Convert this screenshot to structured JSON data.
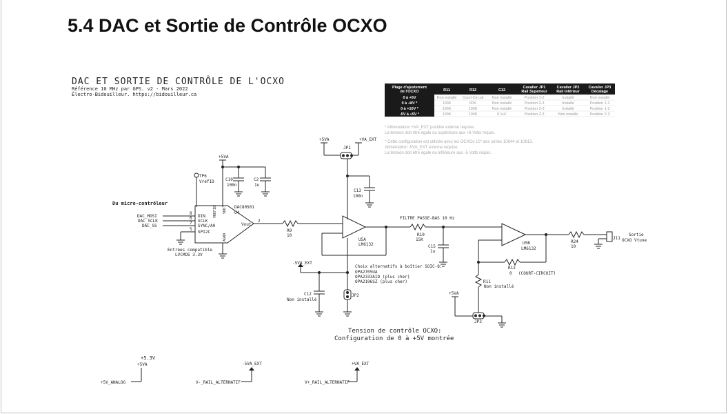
{
  "page": {
    "heading": "5.4 DAC et Sortie de Contrôle OCXO"
  },
  "title_block": {
    "title": "DAC ET SORTIE DE CONTRÔLE DE L'OCXO",
    "line1": "Référence 10 MHz par GPS.  v2 - Mars 2022",
    "line2": "Électro-Bidouilleur. https://bidouilleur.ca"
  },
  "config_table": {
    "headers": [
      "Plage d'ajustement de l'OCXO",
      "R11",
      "R12",
      "C12",
      "Cavalier JP1 Rail Supérieur",
      "Cavalier JP2 Rail Inférieur",
      "Cavalier JP3 Décalage"
    ],
    "rows": [
      [
        "0 à +5V",
        "Non installé",
        "Court-Circuit",
        "Non installé",
        "Position 1-2",
        "Installé",
        "Non installé"
      ],
      [
        "0 à +8V *",
        "100K",
        "60K",
        "Non installé",
        "Position 2-3",
        "Installé",
        "Position 1-2"
      ],
      [
        "0 à +10V *",
        "100K",
        "100K",
        "Non installé",
        "Position 2-3",
        "Installé",
        "Position 1-2"
      ],
      [
        "-5V à +5V *",
        "100K",
        "100K",
        "0.1uF",
        "Position 2-3",
        "Non installé",
        "Position 2-3"
      ]
    ]
  },
  "notes": [
    "* Alimentation +VA_EXT positive externe requise.",
    "  La tension doit être égale ou supérieure aux +8 Volts requis.",
    "* Cette configuration est utilisée avec les OCXOs 10° des séries 10644 et 10813.",
    "  Alimentation -5VA_EXT externe requise.",
    "  La tension doit être égale ou inférieure aux -5 Volts requis."
  ],
  "labels": {
    "plus5va_top": "+5VA",
    "c10": "C10",
    "c10_val": "100n",
    "c2": "C2",
    "c2_val": "1u",
    "tp6": "TP6",
    "tp6_val": "VrefIO",
    "dac_name": "DAC80501",
    "dac_ref": "U4",
    "pin_vrefio": "VREFIO",
    "pin_vdd": "VDD",
    "pin_agnd": "AGND",
    "pin_din": "DIN",
    "pin_sclk": "SCLK",
    "pin_sync": "SYNC/A0",
    "pin_spi": "SPI2C",
    "pin_vout": "Vout",
    "pin_nums": [
      "8",
      "6",
      "7",
      "5",
      "2"
    ],
    "micro": "Du micro-contrôleur",
    "dac_mosi": "DAC_MOSI",
    "dac_sclk": "DAC_SCLK",
    "dac_ss": "DAC_SS",
    "lvcmos1": "Entrées compatible",
    "lvcmos2": "LVCMOS 3.3V",
    "r9": "R9",
    "r9_val": "10",
    "plus5va_jp1": "+5VA",
    "va_ext": "+VA_EXT",
    "jp1": "JP1",
    "c13": "C13",
    "c13_val": "100n",
    "u5a": "U5A",
    "u5a_part": "LM6132",
    "filtre": "FILTRE PASSE-BAS 10 Hz",
    "r10": "R10",
    "r10_val": "15K",
    "c15": "C15",
    "c15_val": "1u",
    "u5b": "U5B",
    "u5b_part": "LM6132",
    "r24": "R24",
    "r24_val": "10",
    "j11": "J11",
    "sortie1": "Sortie",
    "sortie2": "OCXO Vtune",
    "r12": "R12",
    "r12_val": "0",
    "r12_note": "(COURT-CIRCUIT)",
    "r11": "R11",
    "r11_val": "Non installé",
    "minus5va_ext": "-5VA_EXT",
    "choix1": "Choix alternatifs à boîtier SOIC-8:",
    "choix2": "OPA2705UA",
    "choix3": "OPA2333AID  (plus cher)",
    "choix4": "OPA2196SZ  (plus cher)",
    "c12": "C12",
    "c12_val": "Non installé",
    "jp2": "JP2",
    "plus5va_jp3": "+5VA",
    "jp3": "JP3",
    "tension1": "Tension de contrôle OCXO:",
    "tension2": "Configuration de 0 à +5V montrée",
    "p53v": "+5.3V",
    "p5va_b": "+5VA",
    "analog": "+5V_ANALOG",
    "m5va_b": "-5VA_EXT",
    "vrail": "V-_RAIL_ALTERNATIF",
    "pva_b": "+VA_EXT",
    "vprail": "V+_RAIL_ALTERNATIF"
  }
}
